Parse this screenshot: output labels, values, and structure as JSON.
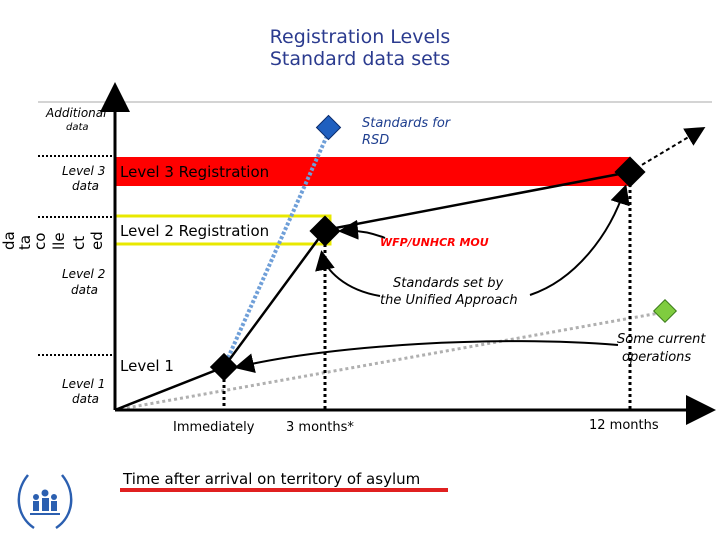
{
  "title_line1": "Registration Levels",
  "title_line2": "Standard data sets",
  "y_axis": {
    "additional": "Additional",
    "additional_sub": "data",
    "level3": "Level 3",
    "level3_sub": "data",
    "level2": "Level 2",
    "level2_sub": "data",
    "level1": "Level 1",
    "level1_sub": "data",
    "vertical_label": [
      "da",
      "ta",
      "co",
      "lle",
      "ct",
      "ed"
    ]
  },
  "bars": {
    "level3": "Level 3 Registration",
    "level2": "Level 2 Registration",
    "level1": "Level 1"
  },
  "annotations": {
    "rsd_line1": "Standards for",
    "rsd_line2": "RSD",
    "wfp": "WFP/UNHCR MOU",
    "unified_line1": "Standards set by",
    "unified_line2": "the Unified Approach",
    "current_line1": "Some current",
    "current_line2": "operations"
  },
  "x_axis": {
    "immediately": "Immediately",
    "three_months": "3 months*",
    "twelve_months": "12 months",
    "caption": "Time after arrival on territory of asylum"
  },
  "colors": {
    "red": "#ff0000",
    "yellow_outline": "#e8e800",
    "rsd_diamond": "#1f5fbf",
    "current_diamond": "#7fcc3f",
    "caption_underline": "#e02020"
  }
}
